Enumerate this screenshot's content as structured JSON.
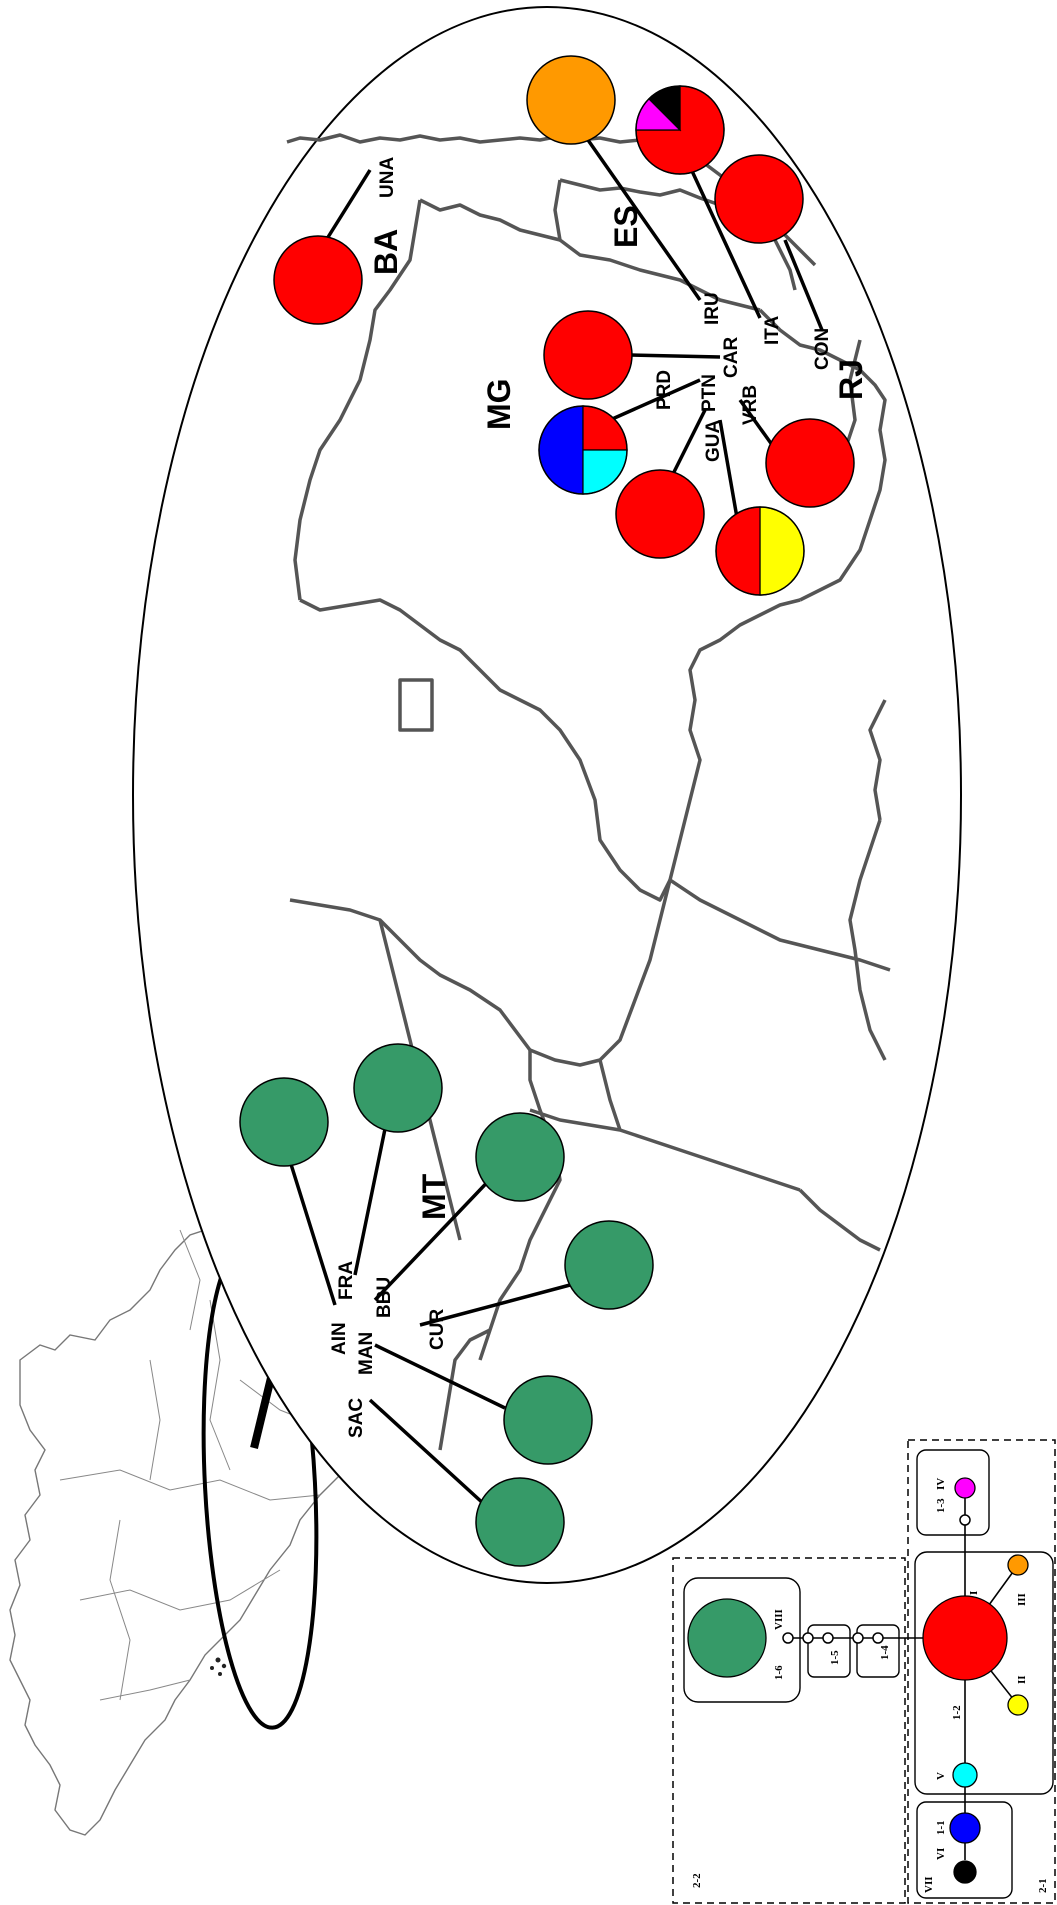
{
  "colors": {
    "red": "#ff0000",
    "green": "#369a68",
    "orange": "#ff9900",
    "cyan": "#00ffff",
    "blue": "#0000ff",
    "yellow": "#ffff00",
    "magenta": "#ff00ff",
    "black": "#000000"
  },
  "states": [
    "BA",
    "ES",
    "MG",
    "RJ",
    "MT"
  ],
  "sites": [
    "UNA",
    "IRU",
    "ITA",
    "CON",
    "CAR",
    "PRD",
    "PTN",
    "VRB",
    "GUA",
    "AIN",
    "FRA",
    "BBU",
    "MAN",
    "CUR",
    "SAC"
  ],
  "network": {
    "haplotypes": [
      "I",
      "II",
      "III",
      "IV",
      "V",
      "VI",
      "VII",
      "VIII"
    ],
    "step_labels": [
      "1-1",
      "1-2",
      "1-3",
      "1-4",
      "1-5",
      "1-6"
    ],
    "clade_labels": [
      "2-1",
      "2-2"
    ]
  }
}
